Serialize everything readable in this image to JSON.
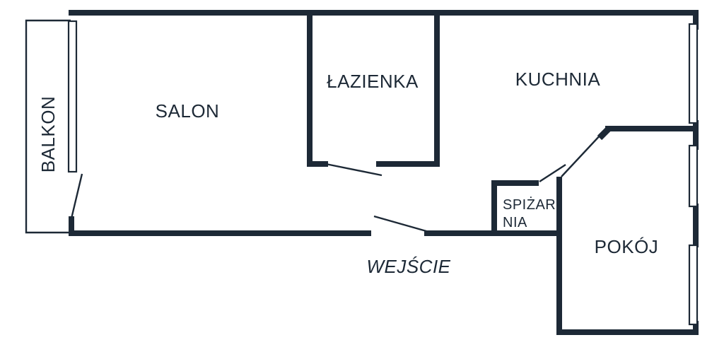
{
  "colors": {
    "wall": "#1d2936",
    "background": "#ffffff"
  },
  "labels": {
    "balkon": "BALKON",
    "salon": "SALON",
    "lazienka": "ŁAZIENKA",
    "kuchnia": "KUCHNIA",
    "spizarnia_line1": "SPIŻAR",
    "spizarnia_line2": "NIA",
    "pokoj": "POKÓJ",
    "wejscie": "WEJŚCIE"
  }
}
